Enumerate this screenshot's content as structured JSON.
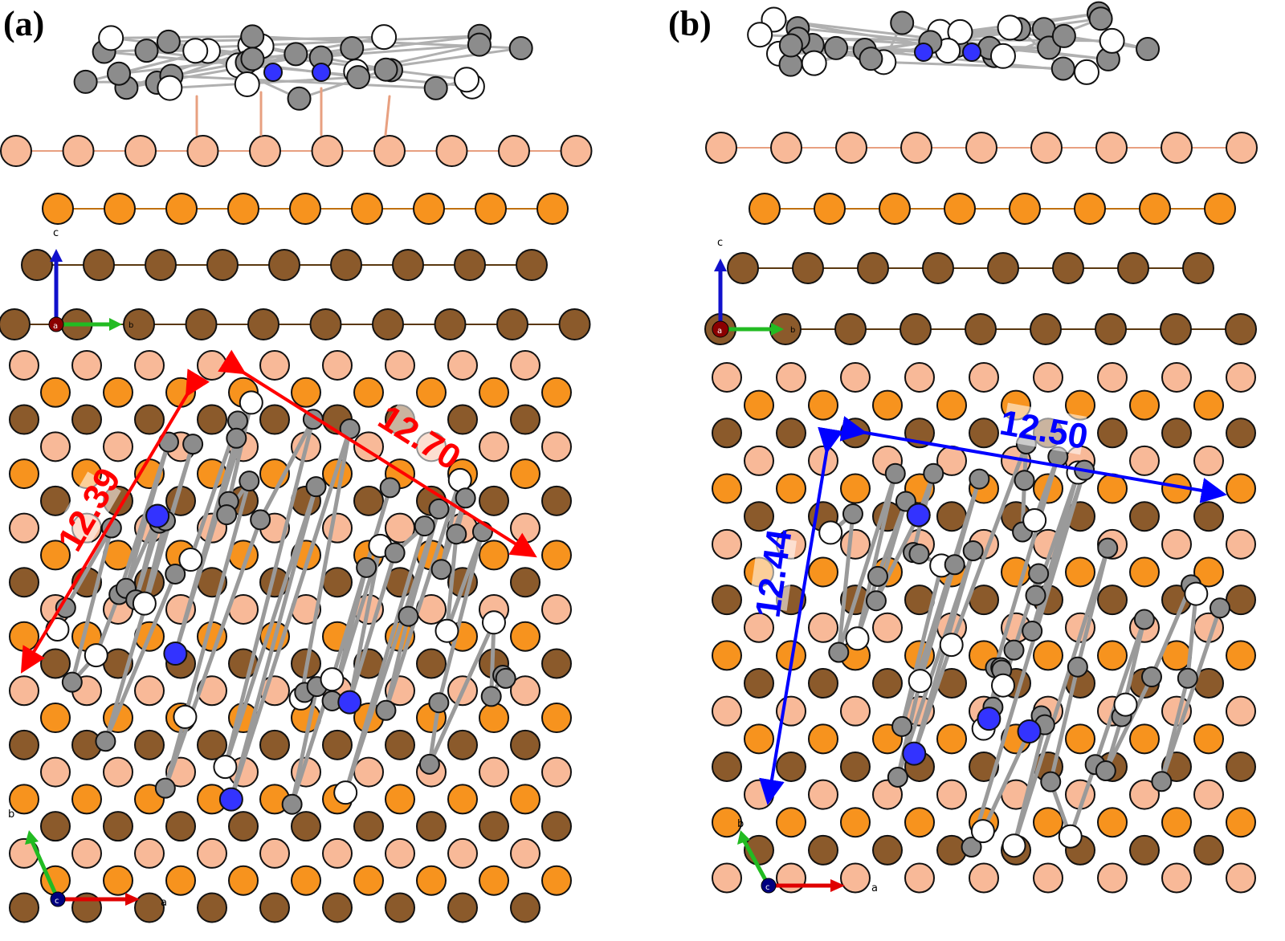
{
  "panels": [
    {
      "id": "a",
      "label": "(a)",
      "measurements": [
        {
          "value": "12.39",
          "color": "#ff0000"
        },
        {
          "value": "12.70",
          "color": "#ff0000"
        }
      ],
      "side_axes": {
        "c": "c",
        "a": "a",
        "b": "b"
      },
      "top_axes": {
        "b": "b",
        "c": "c",
        "a": "a"
      }
    },
    {
      "id": "b",
      "label": "(b)",
      "measurements": [
        {
          "value": "12.44",
          "color": "#0000ff"
        },
        {
          "value": "12.50",
          "color": "#0000ff"
        }
      ],
      "side_axes": {
        "c": "c",
        "a": "a",
        "b": "b"
      },
      "top_axes": {
        "b": "b",
        "c": "c",
        "a": "a"
      }
    }
  ],
  "colors": {
    "layer_top": "#f8b998",
    "layer_mid": "#f7931e",
    "layer_bottom": "#8b5a2b",
    "carbon": "#8c8c8c",
    "hydrogen": "#ffffff",
    "nitrogen": "#3333ff",
    "axis_a": "#e00000",
    "axis_b": "#22bb22",
    "axis_c": "#1111cc"
  }
}
